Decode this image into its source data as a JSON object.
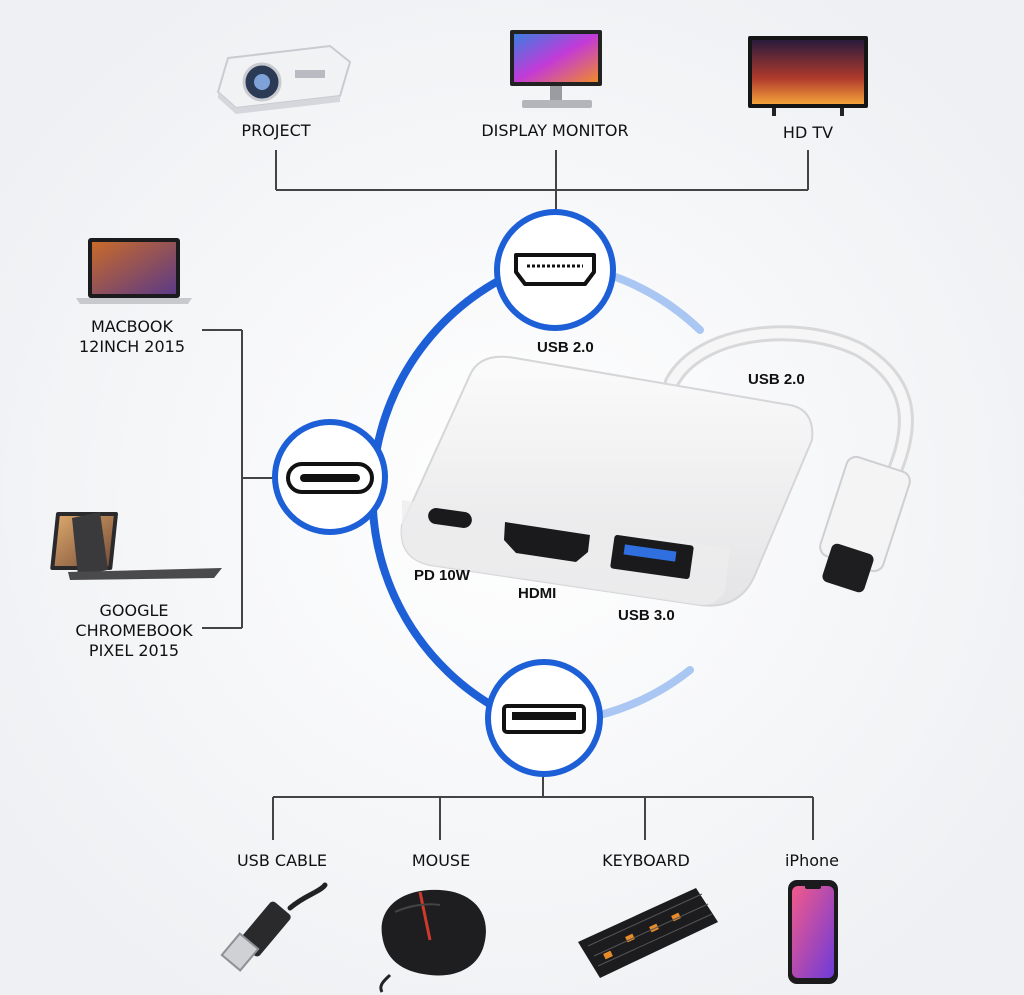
{
  "top_devices": [
    "PROJECT",
    "DISPLAY MONITOR",
    "HD TV"
  ],
  "left_devices": {
    "macbook": [
      "MACBOOK",
      "12INCH 2015"
    ],
    "chromebook": [
      "GOOGLE",
      "CHROMEBOOK",
      "PIXEL 2015"
    ]
  },
  "bottom_devices": [
    "USB CABLE",
    "MOUSE",
    "KEYBOARD",
    "iPhone"
  ],
  "adapter_labels": {
    "usb_top": "USB 2.0",
    "usb_cable": "USB 2.0",
    "pd": "PD 10W",
    "hdmi": "HDMI",
    "usb3": "USB 3.0"
  },
  "colors": {
    "ring": "#1d5fd6",
    "ring_light": "#a9c7f2",
    "lines": "#444444",
    "text": "#111111"
  },
  "icons": [
    "projector-icon",
    "monitor-icon",
    "tv-icon",
    "laptop-icon",
    "chromebook-icon",
    "hdmi-port-icon",
    "usb-c-port-icon",
    "usb-a-port-icon",
    "usb-plug-icon",
    "mouse-icon",
    "keyboard-icon",
    "iphone-icon"
  ]
}
